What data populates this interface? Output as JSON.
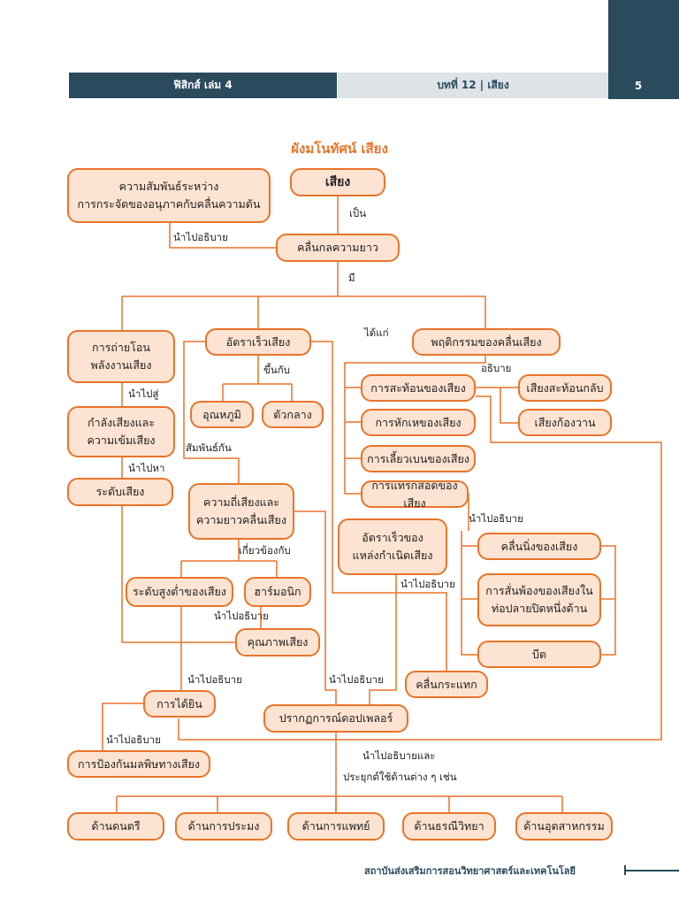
{
  "header": {
    "book": "ฟิสิกส์ เล่ม 4",
    "chapter": "บทที่ 12 | เสียง",
    "page_number": "5"
  },
  "title": "ผังมโนทัศน์ เสียง",
  "nodes": {
    "sound": "เสียง",
    "relation": [
      "ความสัมพันธ์ระหว่าง",
      "การกระจัดของอนุภาคกับคลื่นความดัน"
    ],
    "longitudinal": "คลื่นกลความยาว",
    "energy": [
      "การถ่ายโอน",
      "พลังงานเสียง"
    ],
    "speed": "อัตราเร็วเสียง",
    "behavior": "พฤติกรรมของคลื่นเสียง",
    "temperature": "อุณหภูมิ",
    "medium": "ตัวกลาง",
    "power": [
      "กำลังเสียงและ",
      "ความเข้มเสียง"
    ],
    "reflection": "การสะท้อนของเสียง",
    "echo": "เสียงสะท้อนกลับ",
    "reverb": "เสียงก้องวาน",
    "refraction": "การหักเหของเสียง",
    "diffraction": "การเลี้ยวเบนของเสียง",
    "level": "ระดับเสียง",
    "interference": "การแทรกสอดของเสียง",
    "freq": [
      "ความถี่เสียงและ",
      "ความยาวคลื่นเสียง"
    ],
    "source_speed": [
      "อัตราเร็วของ",
      "แหล่งกำเนิดเสียง"
    ],
    "standing": "คลื่นนิ่งของเสียง",
    "pitch": "ระดับสูงต่ำของเสียง",
    "harmonic": "ฮาร์มอนิก",
    "resonance": [
      "การสั่นพ้องของเสียงใน",
      "ท่อปลายปิดหนึ่งด้าน"
    ],
    "quality": "คุณภาพเสียง",
    "beat": "บีต",
    "shock": "คลื่นกระแทก",
    "hearing": "การได้ยิน",
    "doppler": "ปรากฏการณ์ดอปเพลอร์",
    "pollution": "การป้องกันมลพิษทางเสียง",
    "music": "ด้านดนตรี",
    "fishery": "ด้านการประมง",
    "medical": "ด้านการแพทย์",
    "geology": "ด้านธรณีวิทยา",
    "industry": "ด้านอุตสาหกรรม"
  },
  "labels": {
    "is": "เป็น",
    "explain1": "นำไปอธิบาย",
    "has": "มี",
    "include": "ได้แก่",
    "depends": "ขึ้นกับ",
    "leads_to": "นำไปสู่",
    "describe": "อธิบาย",
    "find": "นำไปหา",
    "related": "สัมพันธ์กัน",
    "explain2": "นำไปอธิบาย",
    "relates_to": "เกี่ยวข้องกับ",
    "explain3": "นำไปอธิบาย",
    "explain4": "นำไปอธิบาย",
    "explain5": "นำไปอธิบาย",
    "explain6": "นำไปอธิบาย",
    "explain7": "นำไปอธิบาย",
    "apply1": "นำไปอธิบายและ",
    "apply2": "ประยุกต์ใช้ด้านต่าง ๆ เช่น"
  },
  "footer": "สถาบันส่งเสริมการสอนวิทยาศาสตร์และเทคโนโลยี",
  "colors": {
    "accent": "#e8742a",
    "node_fill": "#fde3d1",
    "header_dark": "#2a4a5d",
    "header_light": "#dde3e7"
  }
}
